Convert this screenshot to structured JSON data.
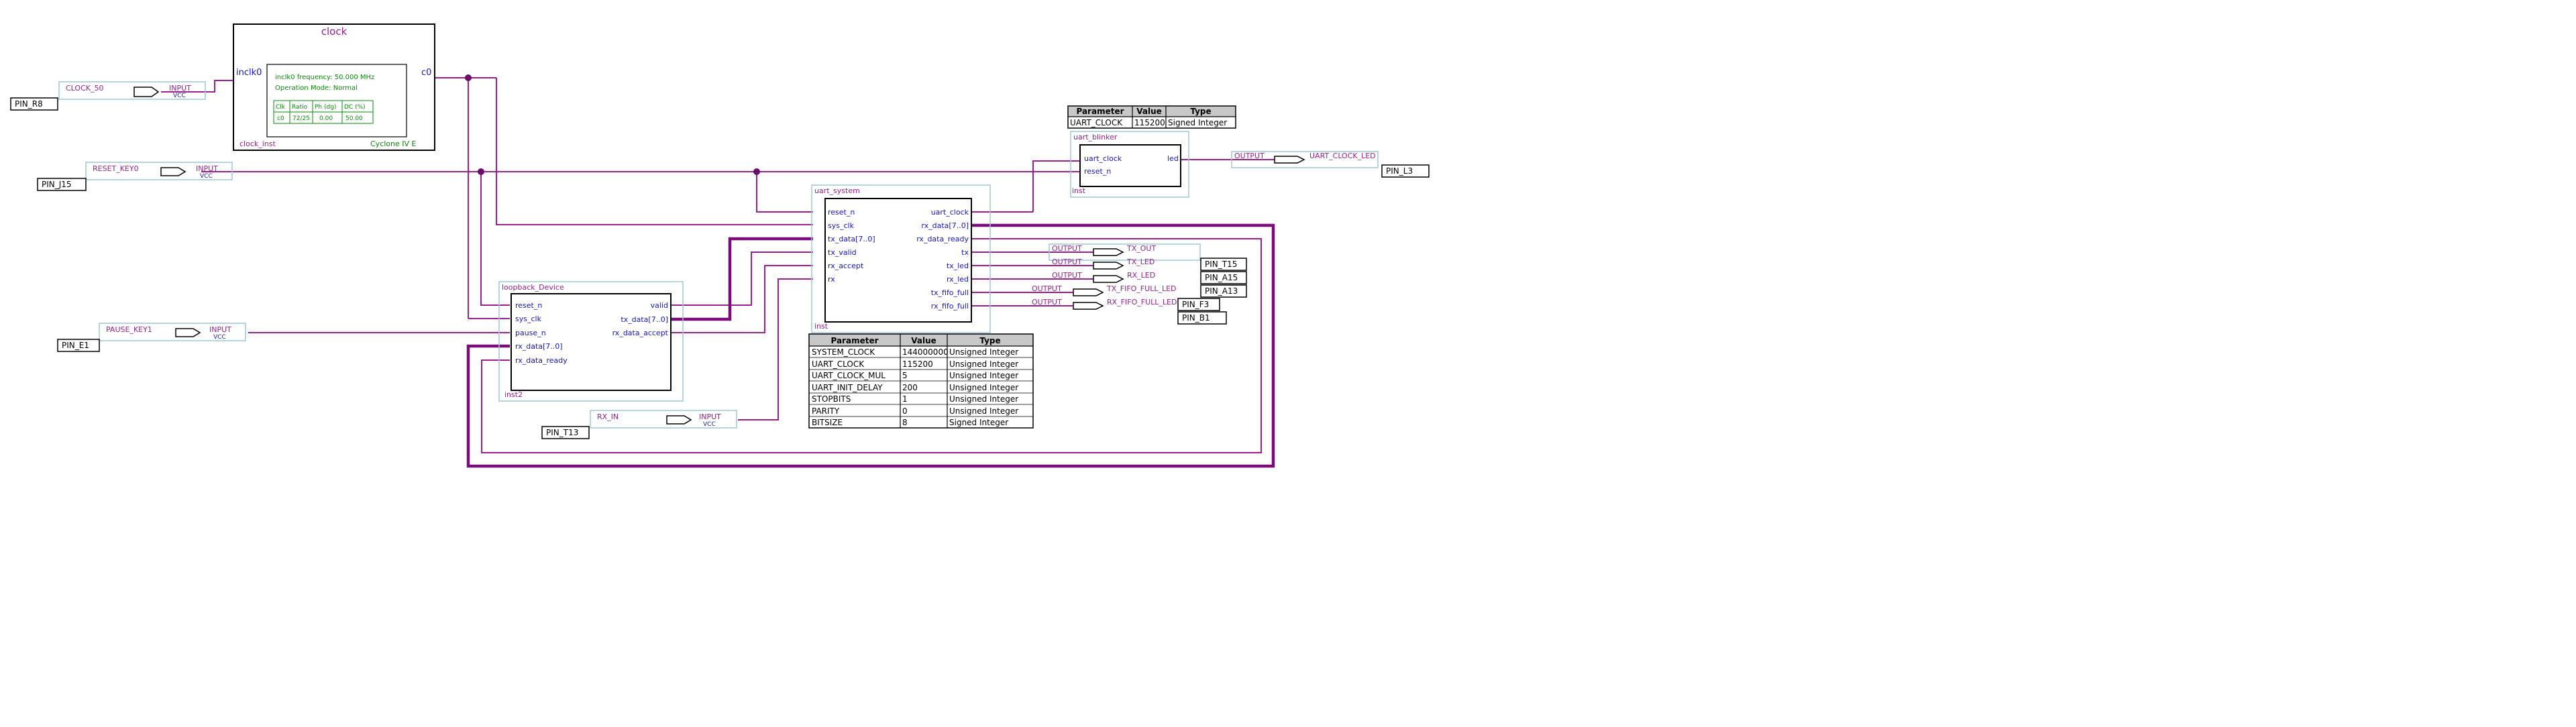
{
  "clock_block": {
    "title": "clock",
    "port_in": "inclk0",
    "port_out": "c0",
    "inst_name": "clock_inst",
    "device": "Cyclone IV E",
    "info_line1": "inclk0 frequency: 50.000 MHz",
    "info_line2": "Operation Mode: Normal",
    "table_header": [
      "Clk",
      "Ratio",
      "Ph (dg)",
      "DC (%)"
    ],
    "table_row": [
      "c0",
      "72/25",
      "0.00",
      "50.00"
    ]
  },
  "pins": {
    "input_label": "INPUT",
    "vcc_label": "VCC",
    "output_label": "OUTPUT",
    "clock_50": {
      "pin": "PIN_R8",
      "net": "CLOCK_50"
    },
    "reset_key0": {
      "pin": "PIN_J15",
      "net": "RESET_KEY0"
    },
    "pause_key1": {
      "pin": "PIN_E1",
      "net": "PAUSE_KEY1"
    },
    "rx_in": {
      "pin": "PIN_T13",
      "net": "RX_IN"
    },
    "uart_clock_led": {
      "pin": "PIN_L3",
      "net": "UART_CLOCK_LED"
    },
    "tx_out": {
      "pin": "PIN_T15",
      "net": "TX_OUT"
    },
    "tx_led": {
      "pin": "PIN_A15",
      "net": "TX_LED"
    },
    "rx_led": {
      "pin": "PIN_A13",
      "net": "RX_LED"
    },
    "tx_fifo_full_led": {
      "pin": "PIN_F3",
      "net": "TX_FIFO_FULL_LED"
    },
    "rx_fifo_full_led": {
      "pin": "PIN_B1",
      "net": "RX_FIFO_FULL_LED"
    }
  },
  "uart_blinker": {
    "title": "uart_blinker",
    "inst_name": "inst",
    "ports_in": [
      "uart_clock",
      "reset_n"
    ],
    "port_out": "led",
    "param_header": [
      "Parameter",
      "Value",
      "Type"
    ],
    "params": [
      [
        "UART_CLOCK",
        "115200",
        "Signed Integer"
      ]
    ]
  },
  "uart_system": {
    "title": "uart_system",
    "inst_name": "inst",
    "ports_in": [
      "reset_n",
      "sys_clk",
      "tx_data[7..0]",
      "tx_valid",
      "rx_accept",
      "rx"
    ],
    "ports_out": [
      "uart_clock",
      "rx_data[7..0]",
      "rx_data_ready",
      "tx",
      "tx_led",
      "rx_led",
      "tx_fifo_full",
      "rx_fifo_full"
    ],
    "param_header": [
      "Parameter",
      "Value",
      "Type"
    ],
    "params": [
      [
        "SYSTEM_CLOCK",
        "144000000",
        "Unsigned Integer"
      ],
      [
        "UART_CLOCK",
        "115200",
        "Unsigned Integer"
      ],
      [
        "UART_CLOCK_MUL",
        "5",
        "Unsigned Integer"
      ],
      [
        "UART_INIT_DELAY",
        "200",
        "Unsigned Integer"
      ],
      [
        "STOPBITS",
        "1",
        "Unsigned Integer"
      ],
      [
        "PARITY",
        "0",
        "Unsigned Integer"
      ],
      [
        "BITSIZE",
        "8",
        "Signed Integer"
      ]
    ]
  },
  "loopback_device": {
    "title": "loopback_Device",
    "inst_name": "inst2",
    "ports_in": [
      "reset_n",
      "sys_clk",
      "pause_n",
      "rx_data[7..0]",
      "rx_data_ready"
    ],
    "ports_out": [
      "valid",
      "tx_data[7..0]",
      "rx_data_accept"
    ]
  },
  "colors": {
    "wire": "#9b1f8f",
    "bus": "#7a0d7a",
    "port_text": "#1515c8",
    "info_text": "#0a8a0a",
    "instance_frame": "#9fc6d8"
  }
}
